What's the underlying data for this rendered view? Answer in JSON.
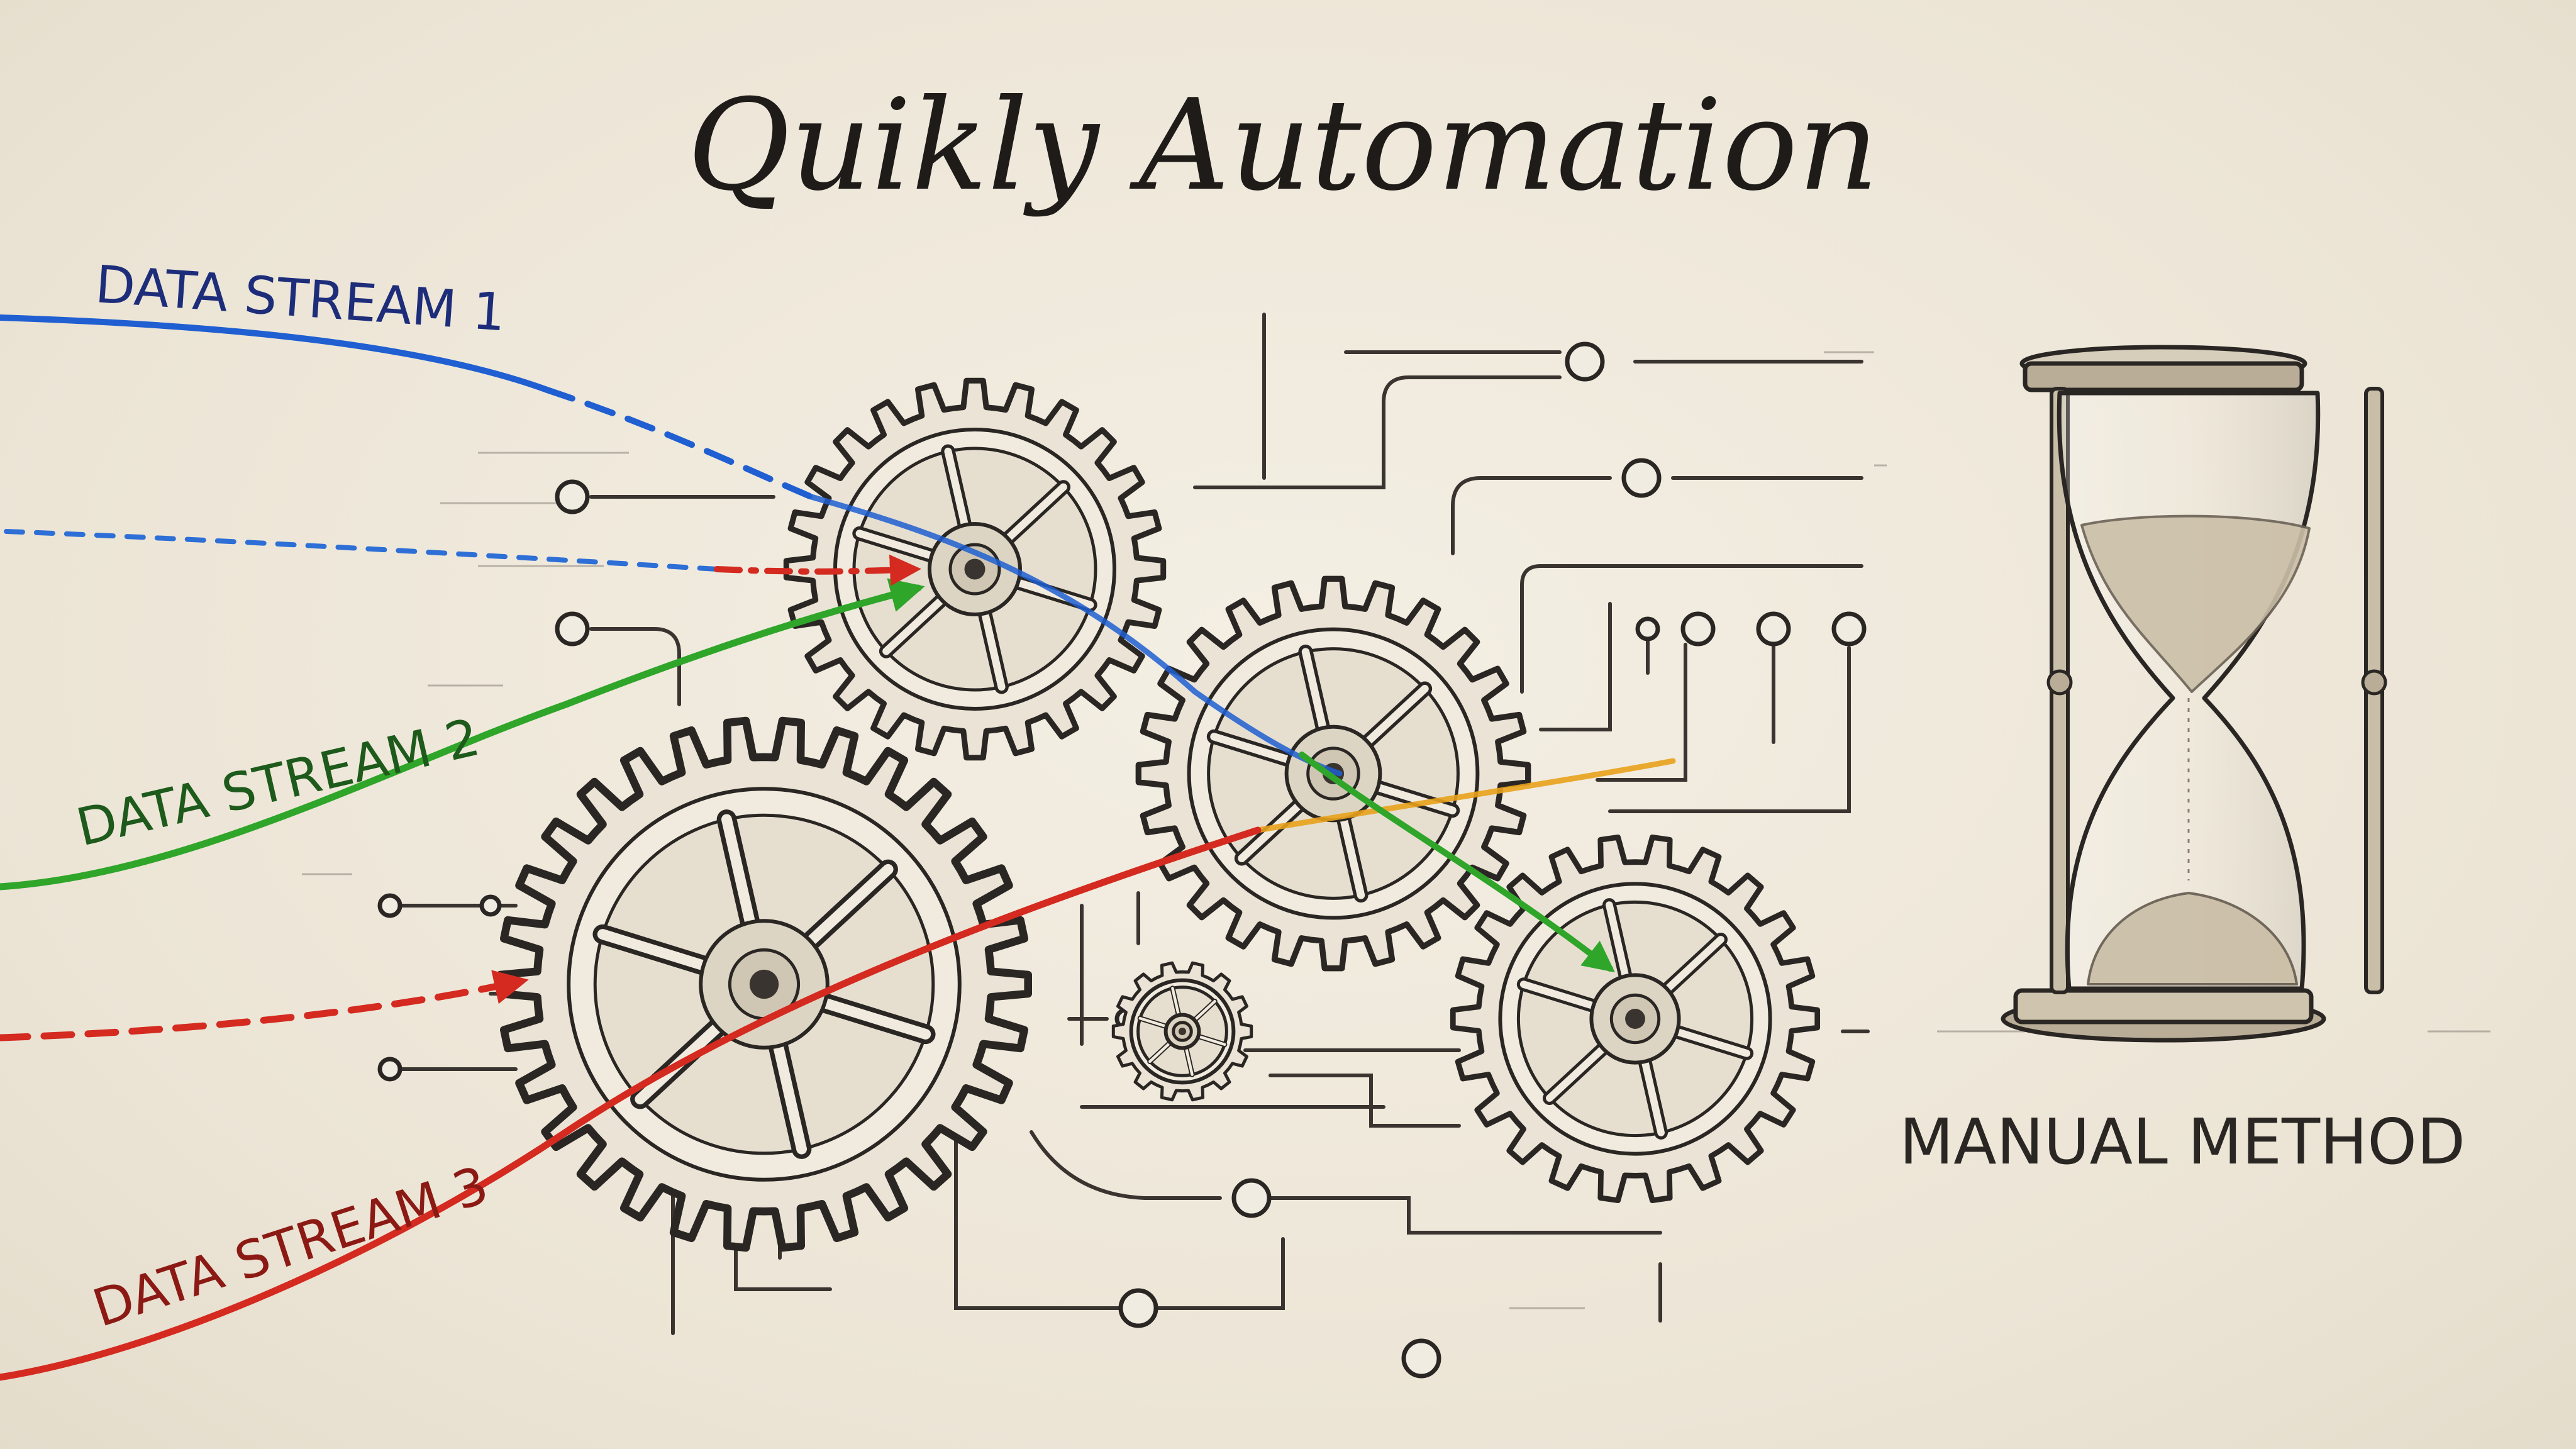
{
  "title": "Quikly Automation",
  "streams": [
    {
      "name": "DATA STREAM 1",
      "color": "#1f5fd1"
    },
    {
      "name": "DATA STREAM 2",
      "color": "#2fa52a"
    },
    {
      "name": "DATA STREAM 3",
      "color": "#d42a20"
    }
  ],
  "manual_label": "MANUAL METHOD",
  "colors": {
    "ink": "#2a2623",
    "paper": "#efe9dc",
    "accent_orange": "#e8a21c",
    "sand": "#cbbfa8"
  },
  "icons": [
    "gear-icon",
    "hourglass-icon",
    "circuit-node-icon",
    "arrow-icon"
  ]
}
